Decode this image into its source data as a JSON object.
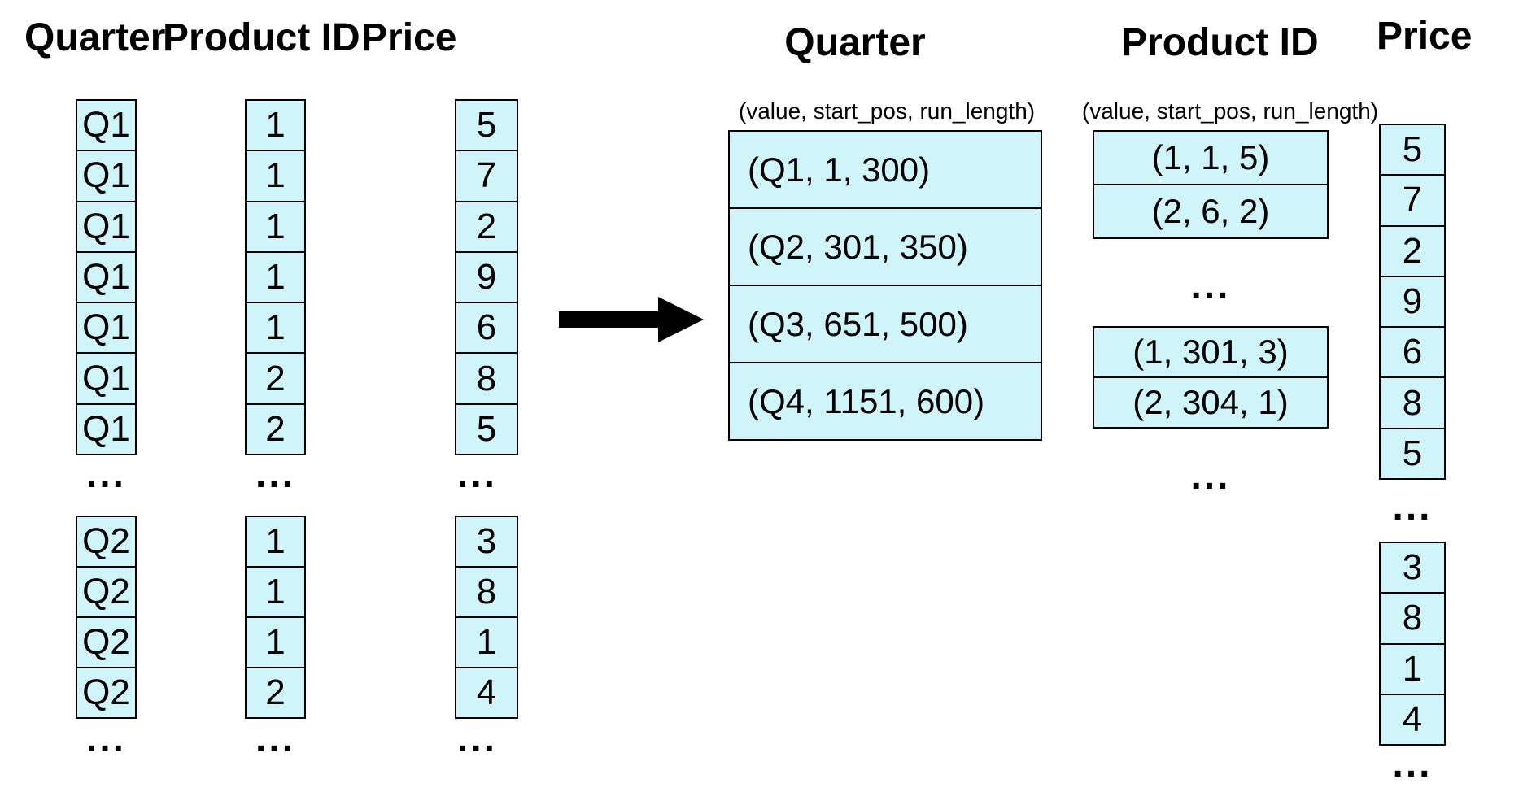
{
  "left": {
    "headers": [
      {
        "label": "Quarter"
      },
      {
        "label": "Product ID"
      },
      {
        "label": "Price"
      }
    ],
    "quarter": {
      "rows1": [
        "Q1",
        "Q1",
        "Q1",
        "Q1",
        "Q1",
        "Q1",
        "Q1"
      ],
      "rows2": [
        "Q2",
        "Q2",
        "Q2",
        "Q2"
      ]
    },
    "product": {
      "rows1": [
        "1",
        "1",
        "1",
        "1",
        "1",
        "2",
        "2"
      ],
      "rows2": [
        "1",
        "1",
        "1",
        "2"
      ]
    },
    "price": {
      "rows1": [
        "5",
        "7",
        "2",
        "9",
        "6",
        "8",
        "5"
      ],
      "rows2": [
        "3",
        "8",
        "1",
        "4"
      ]
    }
  },
  "right": {
    "quarter": {
      "header": "Quarter",
      "legend": "(value, start_pos, run_length)",
      "runs": [
        "(Q1, 1, 300)",
        "(Q2, 301, 350)",
        "(Q3, 651, 500)",
        "(Q4, 1151, 600)"
      ]
    },
    "product": {
      "header": "Product ID",
      "legend": "(value, start_pos, run_length)",
      "runs1": [
        "(1, 1, 5)",
        "(2, 6, 2)"
      ],
      "runs2": [
        "(1, 301, 3)",
        "(2, 304, 1)"
      ]
    },
    "price": {
      "header": "Price",
      "rows1": [
        "5",
        "7",
        "2",
        "9",
        "6",
        "8",
        "5"
      ],
      "rows2": [
        "3",
        "8",
        "1",
        "4"
      ]
    }
  },
  "misc": {
    "ellipsis": "...",
    "cell_fill": "#CFF4FA",
    "border_color": "#000000",
    "arrow_color": "#000000"
  }
}
